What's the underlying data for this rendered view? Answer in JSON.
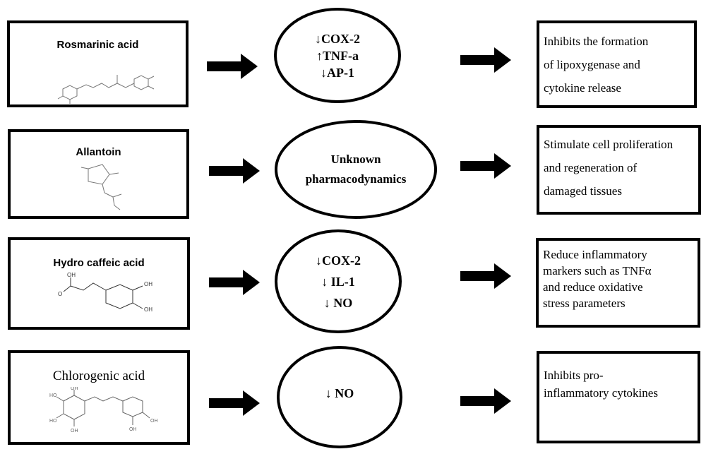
{
  "rows": [
    {
      "compound": "Rosmarinic acid",
      "mechanism": [
        "↓COX-2",
        "↑TNF-a",
        "↓AP-1"
      ],
      "effect": [
        "Inhibits the formation",
        "of lipoxygenase and",
        "cytokine release"
      ]
    },
    {
      "compound": "Allantoin",
      "mechanism": [
        "Unknown",
        "pharmacodynamics"
      ],
      "effect": [
        "Stimulate cell proliferation",
        "and  regeneration of",
        "damaged tissues"
      ]
    },
    {
      "compound": "Hydro caffeic acid",
      "mechanism": [
        "↓COX-2",
        "↓ IL-1",
        "↓ NO"
      ],
      "effect": [
        "Reduce inflammatory",
        "markers such as TNFα",
        "and reduce oxidative",
        "stress parameters"
      ]
    },
    {
      "compound": "Chlorogenic acid",
      "mechanism": [
        "↓ NO"
      ],
      "effect": [
        "Inhibits pro-",
        "inflammatory cytokines"
      ]
    }
  ]
}
